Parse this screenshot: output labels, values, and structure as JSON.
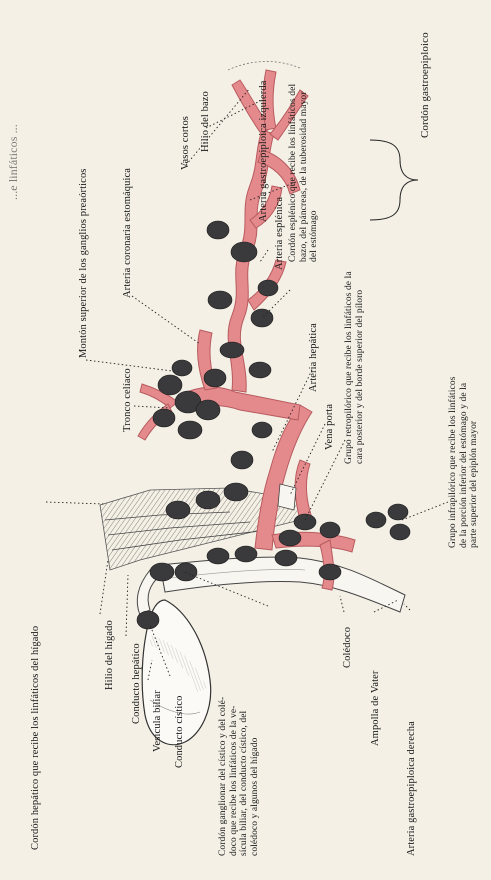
{
  "page_header": "...e linfáticos ...",
  "labels": {
    "cordon_hepatico": "Cordón hepático que recibe los linfáticos del hígado",
    "hilio_higado": "Hilio del hígado",
    "conducto_hepatico": "Conducto hepático",
    "vesicula_biliar": "Vesícula biliar",
    "conducto_cistico": "Conducto cístico",
    "cordon_ganglionar": [
      "Cordón ganglionar del cístico y del colé-",
      "doco que recibe los linfáticos de la ve-",
      "sícula biliar, del conducto cístico, del",
      "colédoco y algunos del hígado"
    ],
    "coledoco": "Colédoco",
    "ampolla_vater": "Ampolla de Vater",
    "arteria_gastroepiploica_derecha": "Arteria gastroepiploica derecha",
    "tronco_celiaco": "Tronco celíaco",
    "monton_superior": "Montón superior de los ganglios preaórticos",
    "arteria_coronaria": "Arteria coronaria estomáquica",
    "vasos_cortos": "Vasos cortos",
    "hilio_bazo": "Hilio del bazo",
    "arteria_gastroepiploica_izquierda": "Arteria gastroepiploica izquierda",
    "arteria_esplenica": "Arteria esplénica",
    "cordon_esplenico": [
      "Cordón esplénico que recibe los linfáticos del",
      "bazo, del páncreas, de la tuberosidad mayor",
      "del estómago"
    ],
    "grupo_retropilorico": [
      "Grupo retropilórico que recibe los linfáticos de la",
      "cara posterior y del borde superior del píloro"
    ],
    "vena_porta": "Vena porta",
    "arteria_hepatica": "Arteria hepática",
    "grupo_infrapilorico": [
      "Grupo infrapilórico que recibe los linfáticos",
      "de la porción inferior del estómago y de la",
      "parte superior del epiplón mayor"
    ],
    "cordon_gastroepiploico": "Cordón gastroepiploico"
  },
  "colors": {
    "paper": "#f4f0e6",
    "artery": "#e48a8c",
    "artery_dark": "#c0585c",
    "gland": "#3a3a3c",
    "ink": "#1a1a1a"
  }
}
